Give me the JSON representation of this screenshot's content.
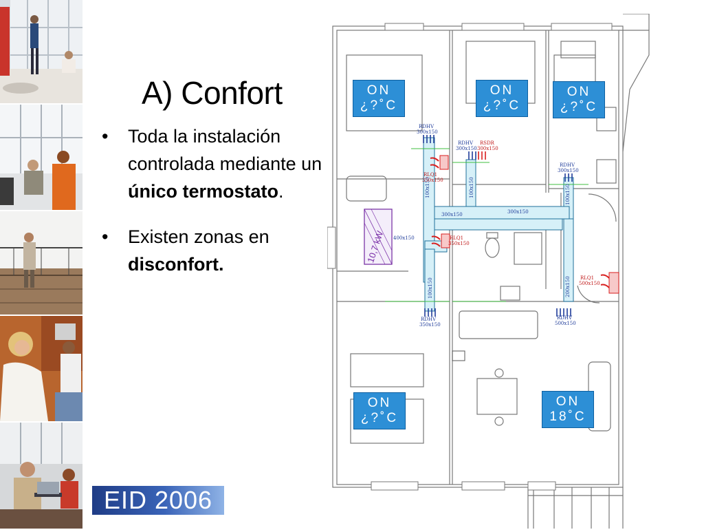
{
  "slide": {
    "title": "A) Confort",
    "bullets": [
      {
        "symbol": "•",
        "parts": [
          {
            "text": "Toda la instalación controlada mediante un ",
            "bold": false
          },
          {
            "text": "único termostato",
            "bold": true
          },
          {
            "text": ".",
            "bold": false
          }
        ]
      },
      {
        "symbol": "•",
        "parts": [
          {
            "text": "Existen zonas en ",
            "bold": false
          },
          {
            "text": "disconfort.",
            "bold": true
          }
        ]
      }
    ],
    "logo": "EID 2006"
  },
  "thermostats": [
    {
      "status": "ON",
      "temp": "¿?˚C"
    },
    {
      "status": "ON",
      "temp": "¿?˚C"
    },
    {
      "status": "ON",
      "temp": "¿?˚C"
    },
    {
      "status": "ON",
      "temp": "¿?˚C"
    },
    {
      "status": "ON",
      "temp": "18˚C"
    }
  ],
  "plan_labels": {
    "rdhv_a": "RDHV",
    "rdhv_a_size": "300x150",
    "rdhv_b": "RDHV",
    "rdhv_b_size": "300x150",
    "rsdr": "RSDR",
    "rsdr_size": "300x150",
    "rdhv_c": "RDHV",
    "rdhv_c_size": "300x150",
    "rlq1_a": "RLQ1",
    "rlq1_a_size": "350x150",
    "rlq1_b": "RLQ1",
    "rlq1_b_size": "350x150",
    "rlq1_c": "RLQ1",
    "rlq1_c_size": "500x150",
    "rdhv_d": "RDHV",
    "rdhv_d_size": "350x150",
    "rdhv_e": "RDHV",
    "rdhv_e_size": "500x150",
    "duct_1": "300x150",
    "duct_2": "300x150",
    "duct_3": "400x150",
    "duct_4": "100x150",
    "duct_5": "100x150",
    "duct_6": "100x150",
    "duct_7": "100x150",
    "duct_8": "200x150",
    "unit_power": "10,7 kW"
  },
  "colors": {
    "thermostat_bg": "#2d8fd6",
    "duct": "#1f6f9a",
    "duct_fill": "#cfe9f5",
    "grille_red": "#d81e1e",
    "unit": "#7a2fa8",
    "floor_line": "#666666"
  }
}
